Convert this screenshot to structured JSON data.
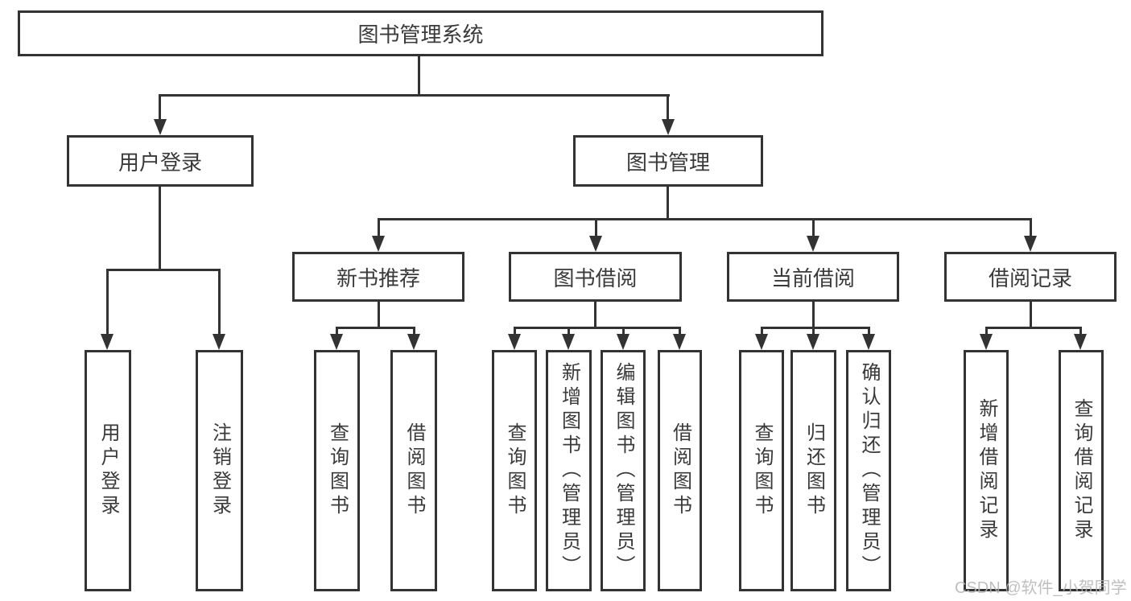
{
  "diagram": {
    "root": {
      "label": "图书管理系统"
    },
    "level2": [
      {
        "label": "用户登录"
      },
      {
        "label": "图书管理"
      }
    ],
    "level3": [
      {
        "label": "新书推荐",
        "parent": "图书管理"
      },
      {
        "label": "图书借阅",
        "parent": "图书管理"
      },
      {
        "label": "当前借阅",
        "parent": "图书管理"
      },
      {
        "label": "借阅记录",
        "parent": "图书管理"
      }
    ],
    "leaves": [
      {
        "label": "用户登录",
        "parent": "用户登录"
      },
      {
        "label": "注销登录",
        "parent": "用户登录"
      },
      {
        "label": "查询图书",
        "parent": "新书推荐"
      },
      {
        "label": "借阅图书",
        "parent": "新书推荐"
      },
      {
        "label": "查询图书",
        "parent": "图书借阅"
      },
      {
        "label": "新增图书（管理员）",
        "parent": "图书借阅"
      },
      {
        "label": "编辑图书（管理员）",
        "parent": "图书借阅"
      },
      {
        "label": "借阅图书",
        "parent": "图书借阅"
      },
      {
        "label": "查询图书",
        "parent": "当前借阅"
      },
      {
        "label": "归还图书",
        "parent": "当前借阅"
      },
      {
        "label": "确认归还（管理员）",
        "parent": "当前借阅"
      },
      {
        "label": "新增借阅记录",
        "parent": "借阅记录"
      },
      {
        "label": "查询借阅记录",
        "parent": "借阅记录"
      }
    ]
  },
  "watermark": {
    "text": "CSDN @软件_小贺同学"
  },
  "colors": {
    "line": "#333333",
    "text": "#3a3a3a",
    "watermark": "#b5b5b5",
    "background": "#ffffff"
  }
}
